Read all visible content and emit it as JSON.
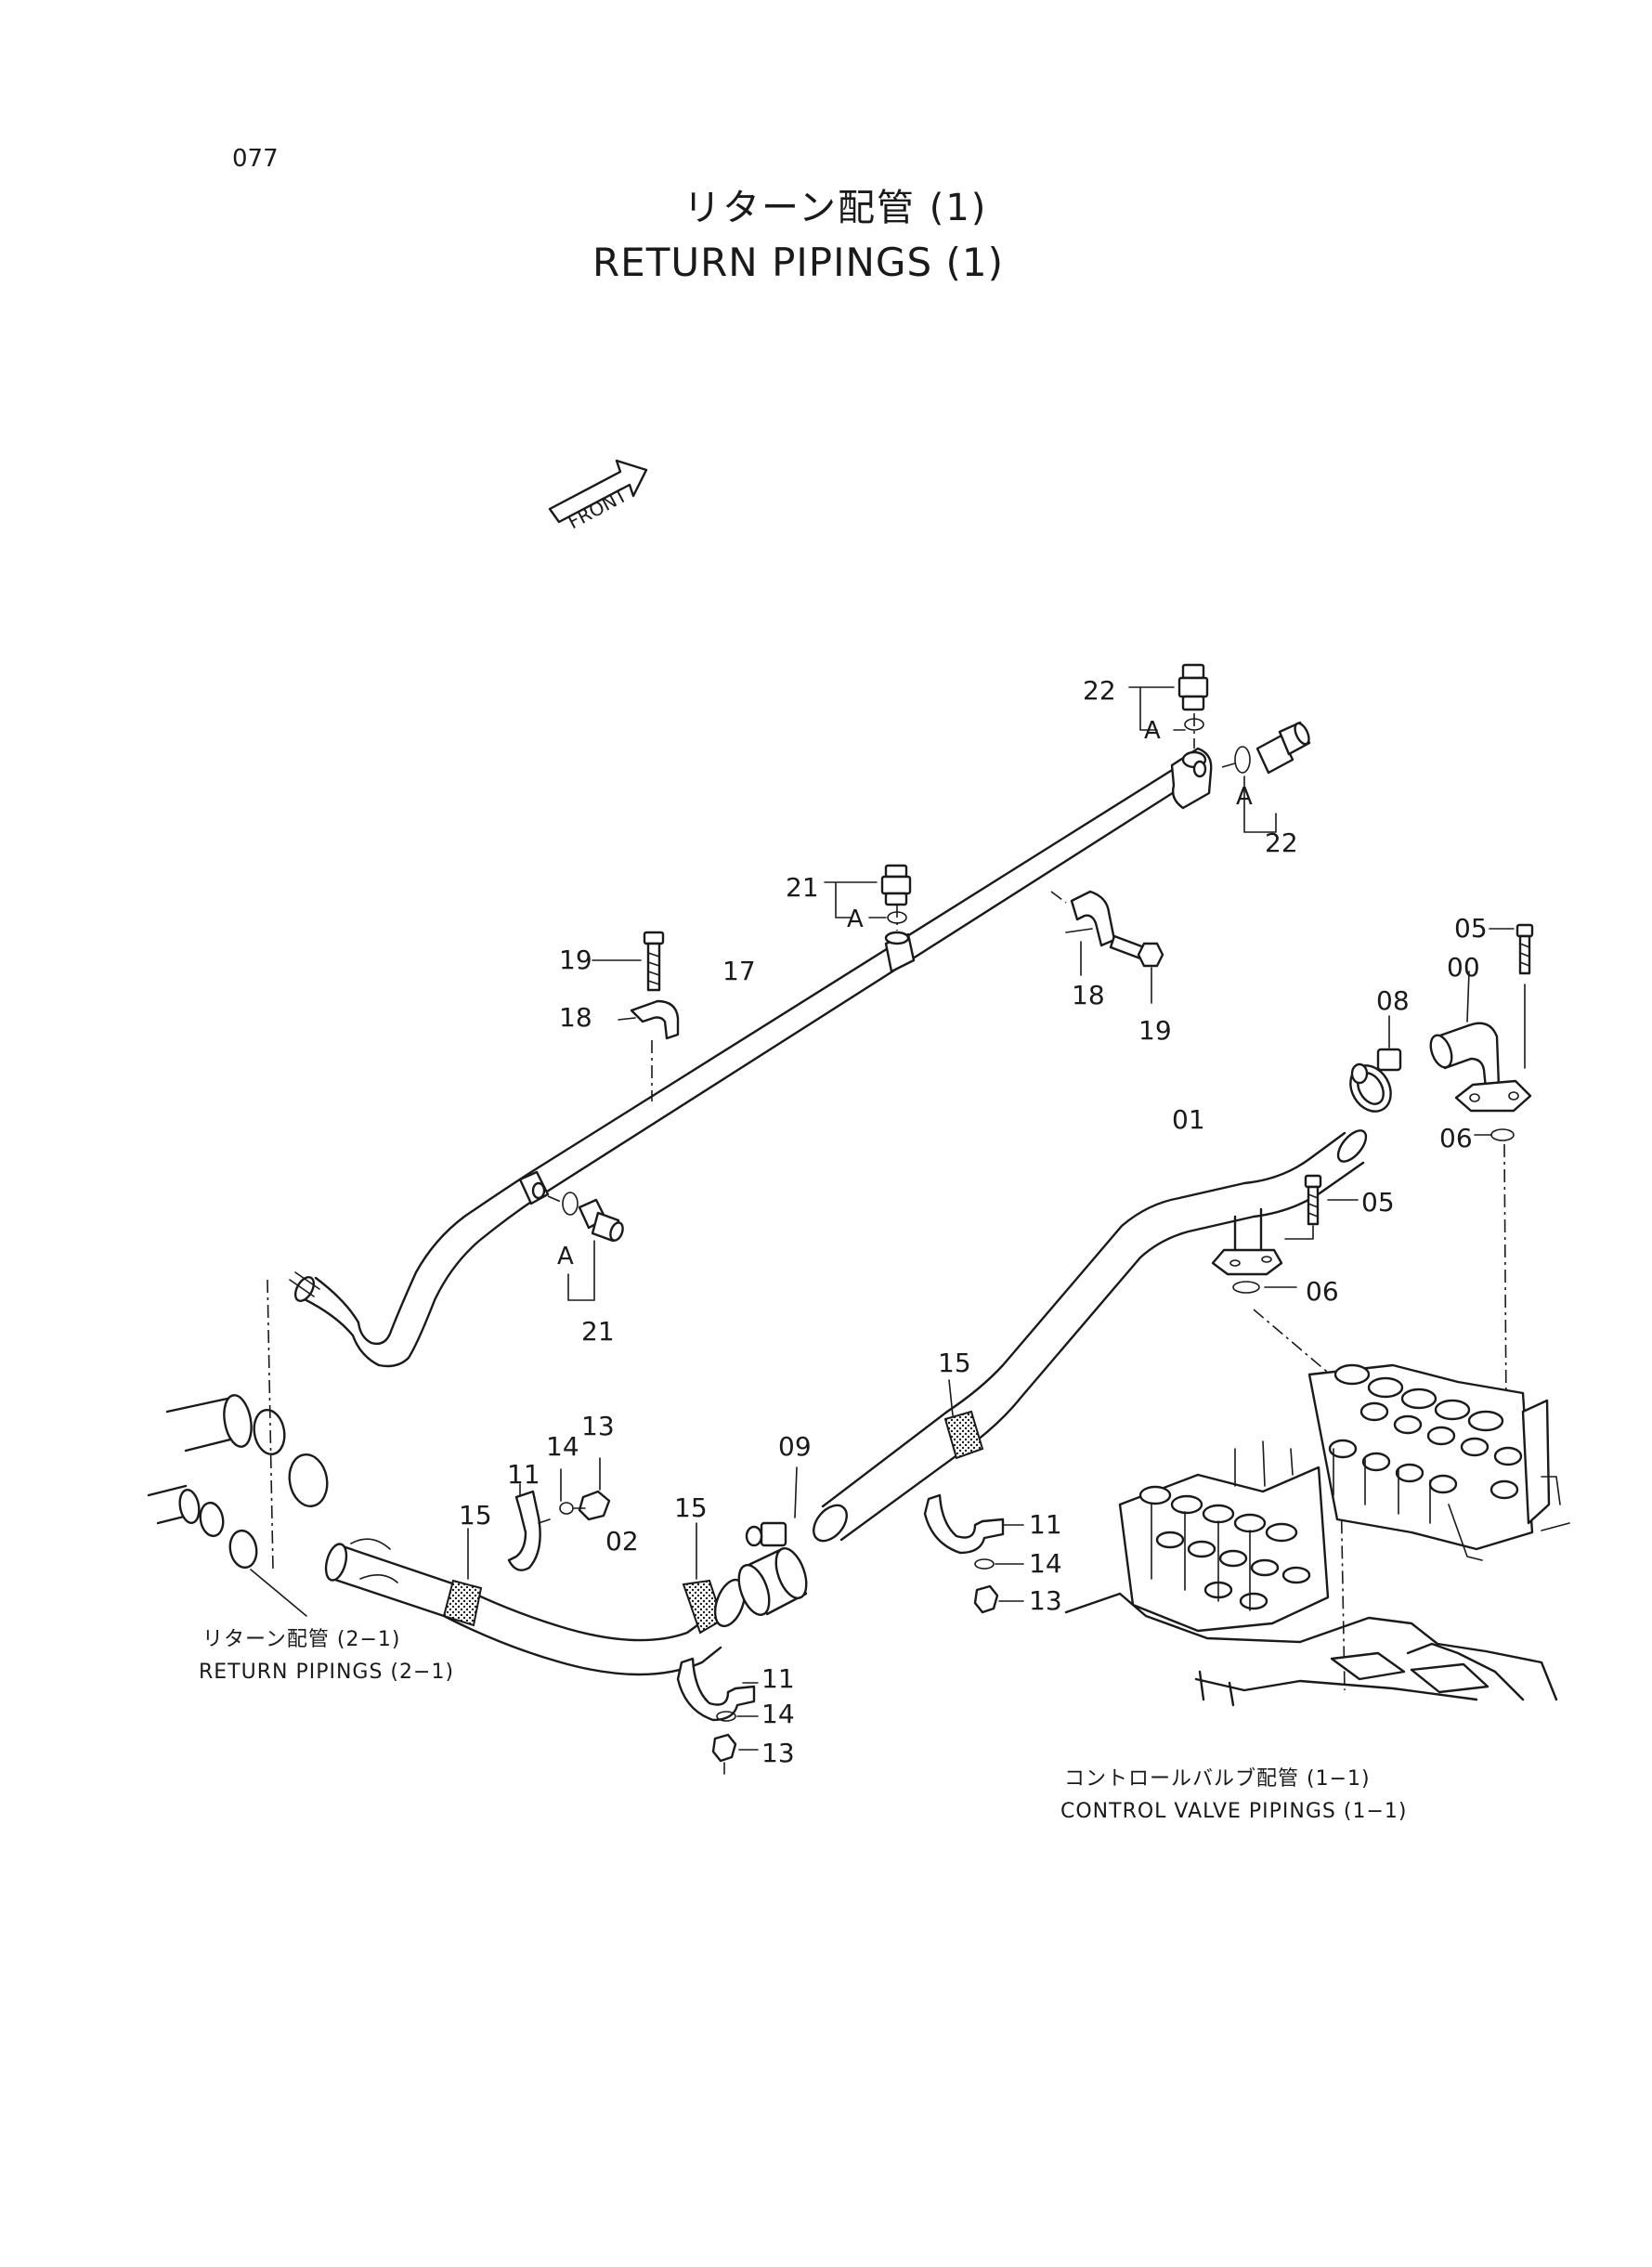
{
  "page_number": "077",
  "title_jp": "リターン配管 (1)",
  "title_en": "RETURN PIPINGS (1)",
  "front_label": "FRONT",
  "refs": {
    "return_jp": "リターン配管 (2−1)",
    "return_en": "RETURN PIPINGS (2−1)",
    "control_jp": "コントロールバルブ配管 (1−1)",
    "control_en": "CONTROL VALVE PIPINGS (1−1)"
  },
  "callouts": {
    "c00": "00",
    "c01": "01",
    "c02": "02",
    "c05a": "05",
    "c05b": "05",
    "c06a": "06",
    "c06b": "06",
    "c08": "08",
    "c09": "09",
    "c11a": "11",
    "c11b": "11",
    "c11c": "11",
    "c13a": "13",
    "c13b": "13",
    "c13c": "13",
    "c14a": "14",
    "c14b": "14",
    "c14c": "14",
    "c15a": "15",
    "c15b": "15",
    "c15c": "15",
    "c17": "17",
    "c18a": "18",
    "c18b": "18",
    "c19a": "19",
    "c19b": "19",
    "c21a": "21",
    "c21b": "21",
    "c22a": "22",
    "c22b": "22",
    "a1": "A",
    "a2": "A",
    "a3": "A",
    "a4": "A"
  }
}
